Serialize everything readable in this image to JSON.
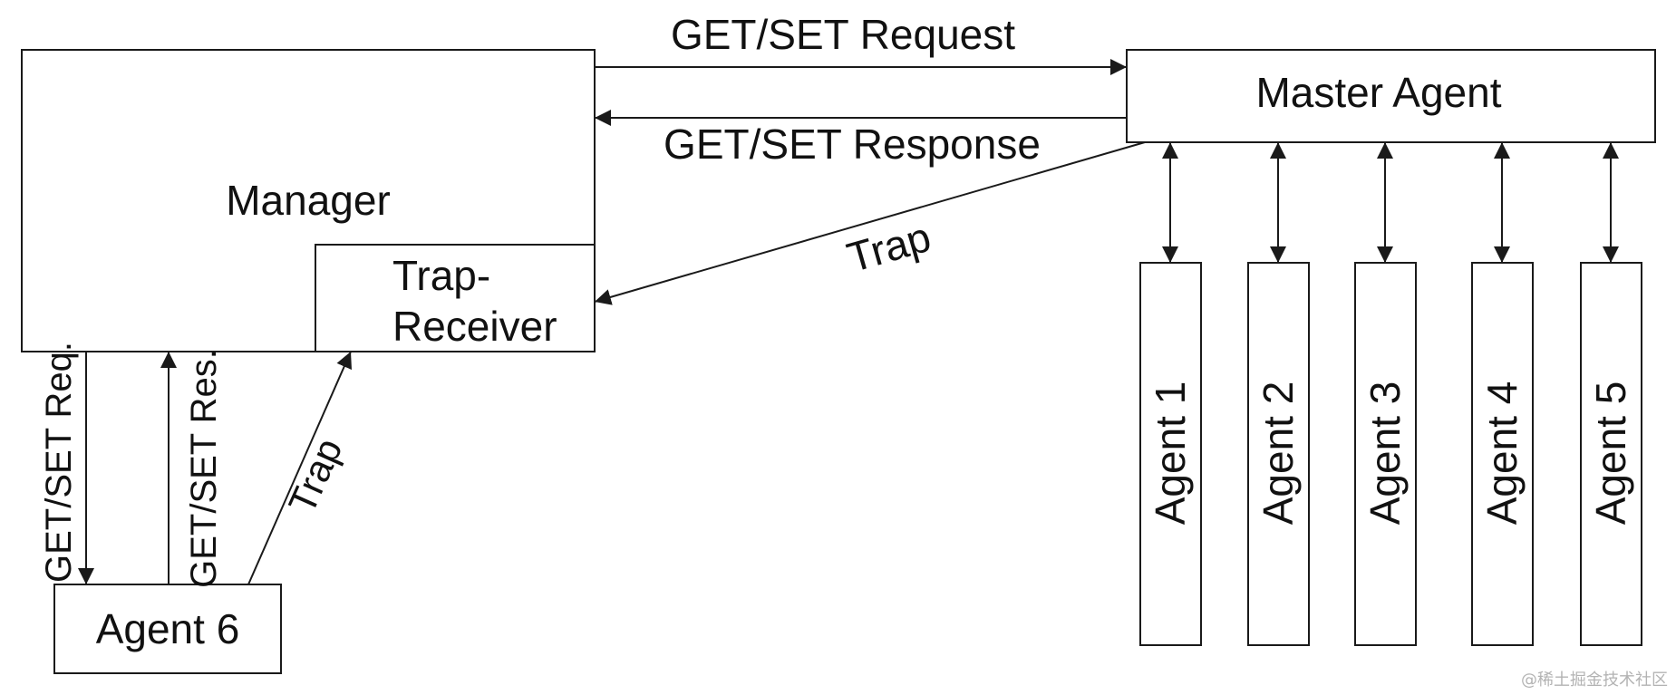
{
  "nodes": {
    "manager": "Manager",
    "trap_receiver_line1": "Trap-",
    "trap_receiver_line2": "Receiver",
    "master_agent": "Master Agent",
    "agent6": "Agent 6",
    "agents": [
      "Agent 1",
      "Agent 2",
      "Agent 3",
      "Agent 4",
      "Agent 5"
    ]
  },
  "edges": {
    "get_set_request": "GET/SET Request",
    "get_set_response": "GET/SET Response",
    "trap_master": "Trap",
    "get_set_req_short": "GET/SET Req.",
    "get_set_res_short": "GET/SET Res.",
    "trap_agent6": "Trap"
  },
  "watermark": "@稀土掘金技术社区",
  "colors": {
    "stroke": "#1a1a1a",
    "text": "#111111",
    "watermark": "#b3b3b3"
  }
}
